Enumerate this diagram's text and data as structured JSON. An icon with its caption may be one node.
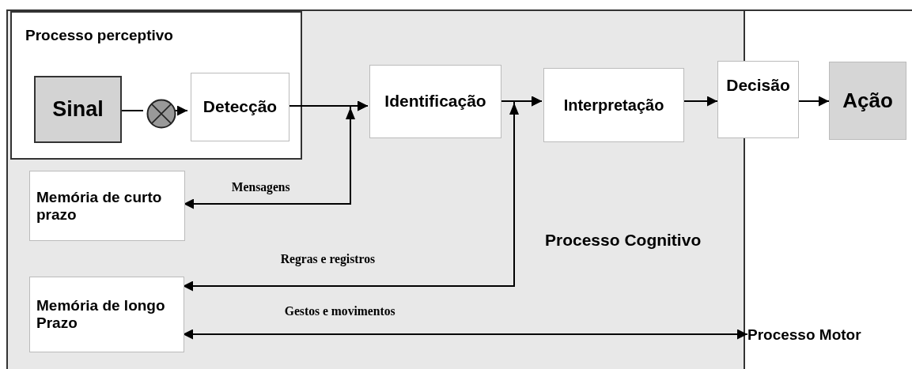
{
  "diagram": {
    "nodes": [
      {
        "text": [
          "Processo Cognitivo"
        ]
      },
      {
        "text": [
          "Processo perceptivo"
        ],
        "in": 0
      },
      {
        "text": [
          "Sinal"
        ],
        "in": 1
      },
      {
        "text": [],
        "shape": "circle",
        "in": 1
      },
      {
        "text": [
          "Detecção"
        ],
        "in": 1
      },
      {
        "text": [
          "Identificação"
        ],
        "in": 0
      },
      {
        "text": [
          "Interpretação"
        ],
        "in": 0
      },
      {
        "text": [
          "Decisão"
        ]
      },
      {
        "text": [
          "Ação"
        ]
      },
      {
        "text": [
          "Memória de curto prazo"
        ],
        "in": 0
      },
      {
        "text": [
          "Memória de longo Prazo"
        ],
        "in": 0
      },
      {
        "text": [
          "Processo Motor"
        ]
      }
    ],
    "edges": [
      {
        "from": 2,
        "to": 3,
        "arrow": "none"
      },
      {
        "from": 3,
        "to": 4,
        "arrow": "to"
      },
      {
        "from": 4,
        "to": 5,
        "arrow": "to"
      },
      {
        "from": 5,
        "to": 6,
        "arrow": "to"
      },
      {
        "from": 6,
        "to": 7,
        "arrow": "to"
      },
      {
        "from": 7,
        "to": 8,
        "arrow": "to"
      },
      {
        "from": 9,
        "to": 5,
        "arrow": "both",
        "label": "Mensagens"
      },
      {
        "from": 10,
        "to": 6,
        "arrow": "both",
        "label": "Regras e registros"
      },
      {
        "from": 10,
        "to": 11,
        "arrow": "both",
        "label": "Gestos e movimentos"
      }
    ]
  }
}
